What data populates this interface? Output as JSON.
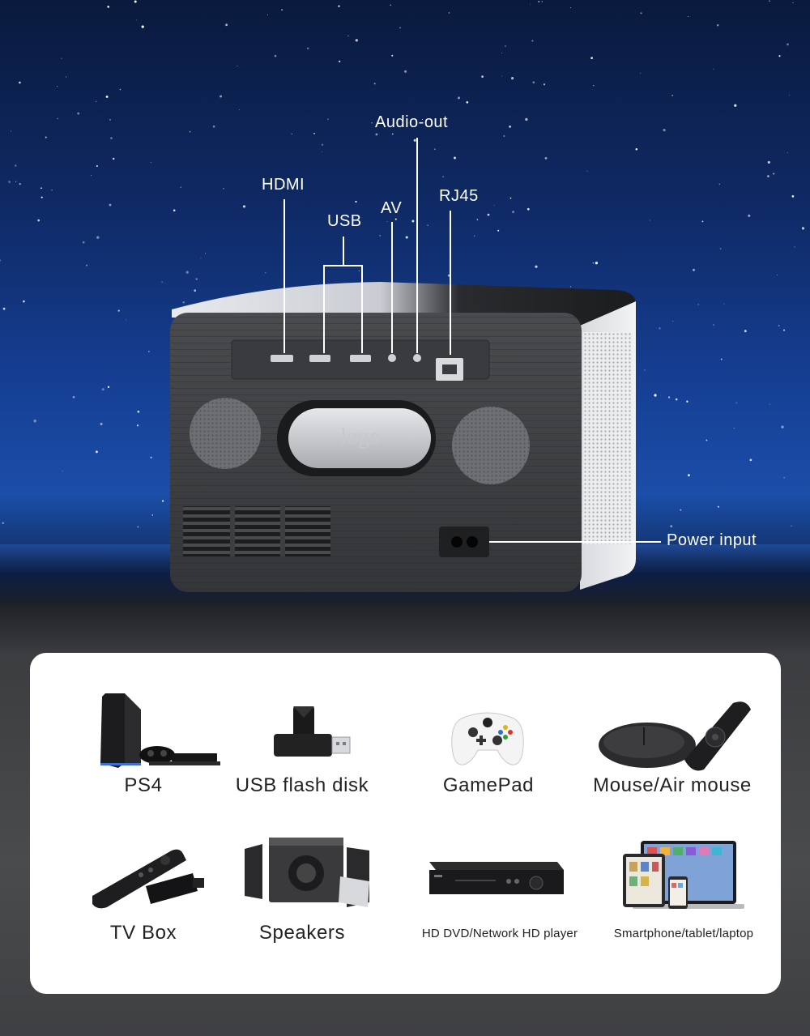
{
  "ports": {
    "hdmi": "HDMI",
    "usb": "USB",
    "av": "AV",
    "audio_out": "Audio-out",
    "rj45": "RJ45",
    "power": "Power input"
  },
  "projector": {
    "logo_text": "logo"
  },
  "devices": [
    {
      "label": "PS4",
      "icon": "ps4-console-icon"
    },
    {
      "label": "USB flash disk",
      "icon": "usb-flash-disk-icon"
    },
    {
      "label": "GamePad",
      "icon": "gamepad-icon"
    },
    {
      "label": "Mouse/Air mouse",
      "icon": "mouse-icon"
    },
    {
      "label": "TV Box",
      "icon": "tv-box-remote-icon"
    },
    {
      "label": "Speakers",
      "icon": "speakers-icon"
    },
    {
      "label": "HD DVD/Network HD player",
      "icon": "dvd-player-icon"
    },
    {
      "label": "Smartphone/tablet/laptop",
      "icon": "laptop-tablet-phone-icon"
    }
  ],
  "colors": {
    "sky_top": "#0a1a3d",
    "sky_mid": "#164096",
    "projector_body": "#3d3e40",
    "card_bg": "#ffffff"
  }
}
